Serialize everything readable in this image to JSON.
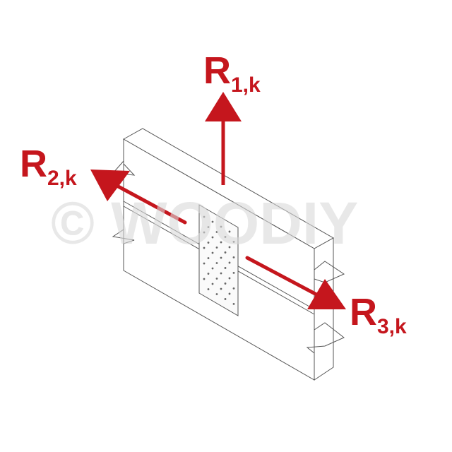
{
  "watermark": "© WOODIY",
  "forces": [
    {
      "symbol": "R",
      "subscript": "1,k"
    },
    {
      "symbol": "R",
      "subscript": "2,k"
    },
    {
      "symbol": "R",
      "subscript": "3,k"
    }
  ],
  "colors": {
    "arrow": "#c5161d",
    "line": "#555555",
    "watermark": "#d9d9d9"
  }
}
